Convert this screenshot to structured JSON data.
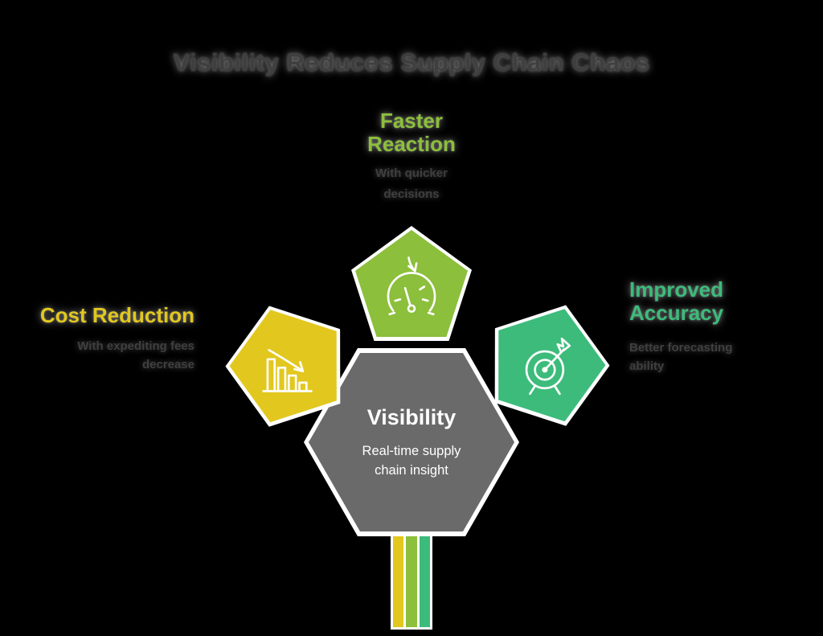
{
  "title": "Visibility Reduces Supply Chain Chaos",
  "center": {
    "heading": "Visibility",
    "subtext_line1": "Real-time supply",
    "subtext_line2": "chain insight",
    "color": "#6A6A6A"
  },
  "satellites": {
    "faster_reaction": {
      "heading_line1": "Faster",
      "heading_line2": "Reaction",
      "sub_line1": "With quicker",
      "sub_line2": "decisions",
      "color": "#8CBF3B",
      "icon": "gauge-icon"
    },
    "cost_reduction": {
      "heading": "Cost Reduction",
      "sub_line1": "With expediting fees",
      "sub_line2": "decrease",
      "color": "#E2C71E",
      "icon": "declining-bar-chart-icon"
    },
    "improved_accuracy": {
      "heading_line1": "Improved",
      "heading_line2": "Accuracy",
      "sub_line1": "Better forecasting",
      "sub_line2": "ability",
      "color": "#3CBB7B",
      "icon": "target-arrow-icon"
    }
  },
  "stripes": {
    "colors": [
      "#E2C71E",
      "#8CBF3B",
      "#3CBB7B"
    ]
  },
  "background_color": "#000000",
  "title_color": "#3F3F3F"
}
